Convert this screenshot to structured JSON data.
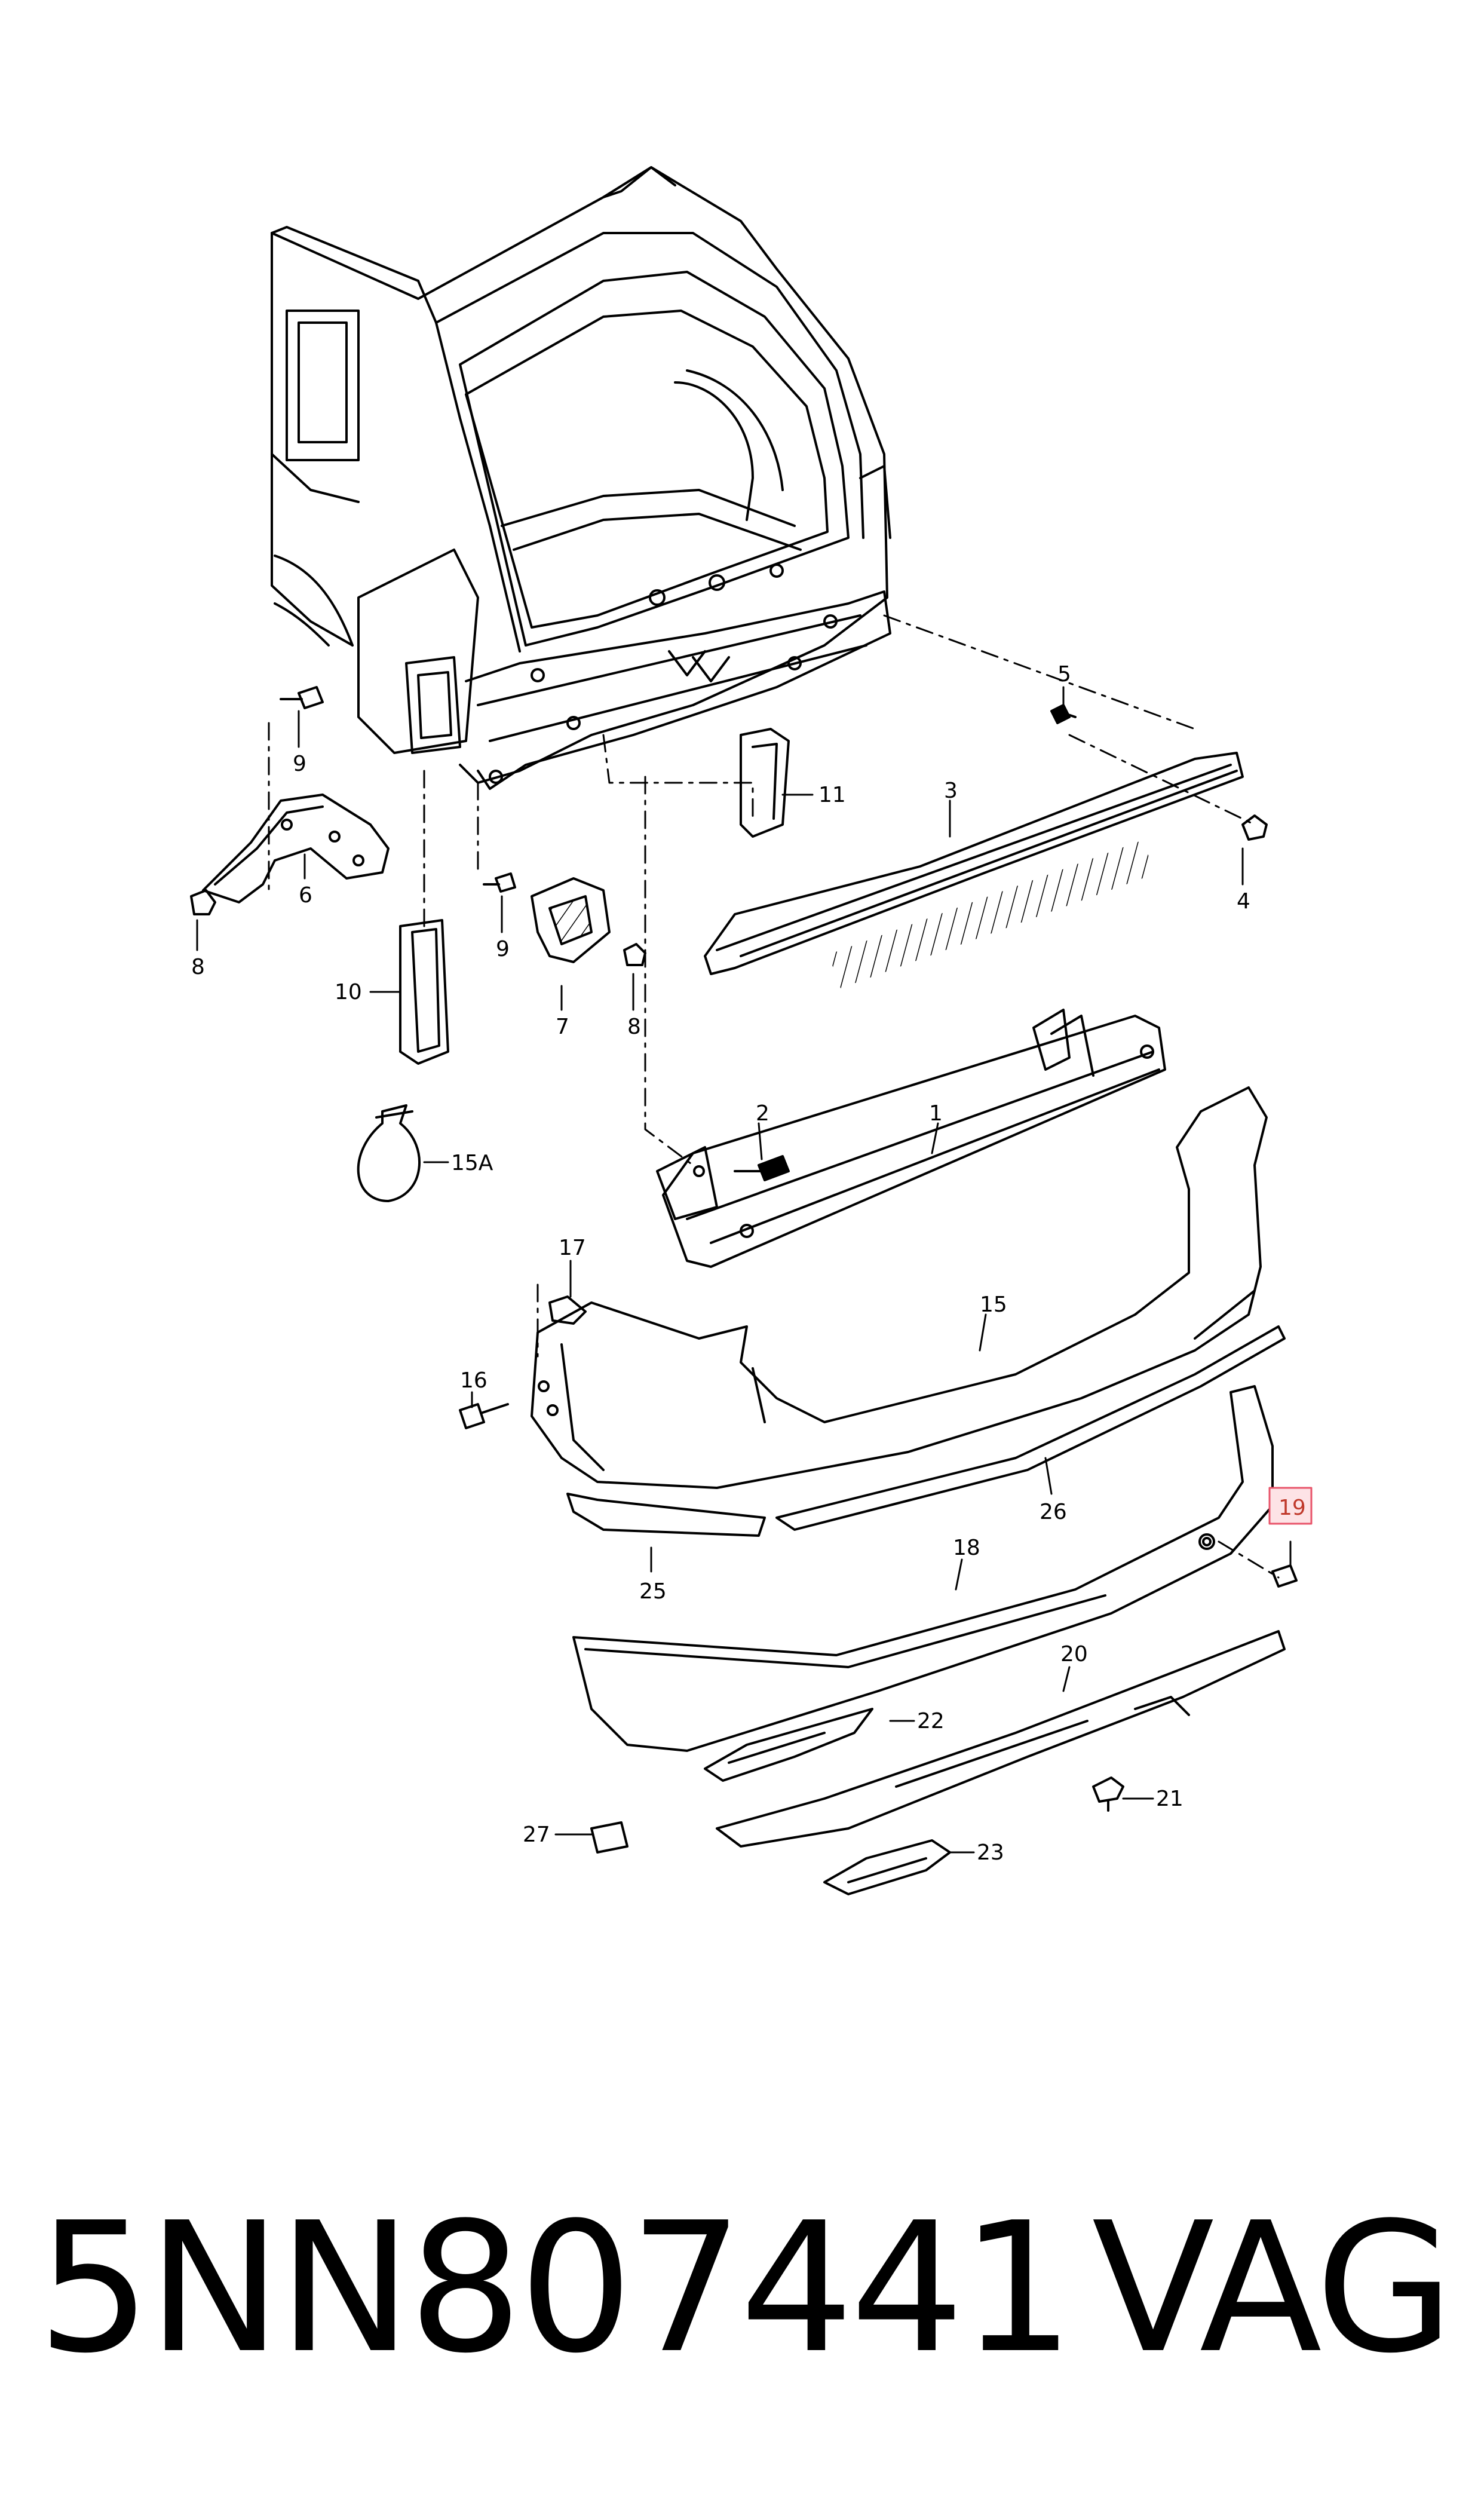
{
  "diagram": {
    "callouts": [
      {
        "id": "c1",
        "text": "1"
      },
      {
        "id": "c2",
        "text": "2"
      },
      {
        "id": "c3",
        "text": "3"
      },
      {
        "id": "c4",
        "text": "4"
      },
      {
        "id": "c5",
        "text": "5"
      },
      {
        "id": "c6",
        "text": "6"
      },
      {
        "id": "c7",
        "text": "7"
      },
      {
        "id": "c8a",
        "text": "8"
      },
      {
        "id": "c8b",
        "text": "8"
      },
      {
        "id": "c9a",
        "text": "9"
      },
      {
        "id": "c9b",
        "text": "9"
      },
      {
        "id": "c10",
        "text": "10"
      },
      {
        "id": "c11",
        "text": "11"
      },
      {
        "id": "c15",
        "text": "15"
      },
      {
        "id": "c15a",
        "text": "15A"
      },
      {
        "id": "c16",
        "text": "16"
      },
      {
        "id": "c17",
        "text": "17"
      },
      {
        "id": "c18",
        "text": "18"
      },
      {
        "id": "c19",
        "text": "19"
      },
      {
        "id": "c20",
        "text": "20"
      },
      {
        "id": "c21",
        "text": "21"
      },
      {
        "id": "c22",
        "text": "22"
      },
      {
        "id": "c23",
        "text": "23"
      },
      {
        "id": "c25",
        "text": "25"
      },
      {
        "id": "c26",
        "text": "26"
      },
      {
        "id": "c27",
        "text": "27"
      }
    ],
    "highlighted_callout": "19",
    "highlight_color": "#e8546a"
  },
  "footer": {
    "part_number": "5NN807441",
    "brand": "VAG"
  }
}
